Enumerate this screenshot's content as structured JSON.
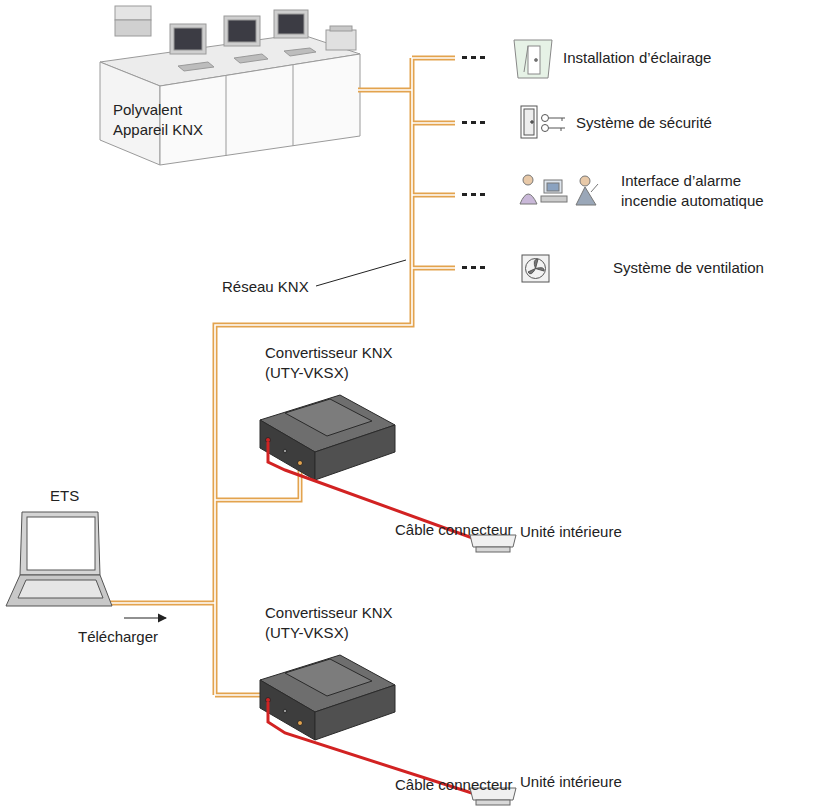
{
  "diagram": {
    "labels": [
      "Polyvalent Appareil KNX",
      "Installation d’éclairage",
      "Système de sécurité",
      "Interface d’alarme incendie automatique",
      "Système de ventilation",
      "Réseau KNX",
      "Convertisseur KNX (UTY-VKSX)",
      "Câble connecteur",
      "Unité intérieure",
      "ETS",
      "Télécharger",
      "Convertisseur KNX (UTY-VKSX)",
      "Câble connecteur",
      "Unité intérieure"
    ]
  }
}
